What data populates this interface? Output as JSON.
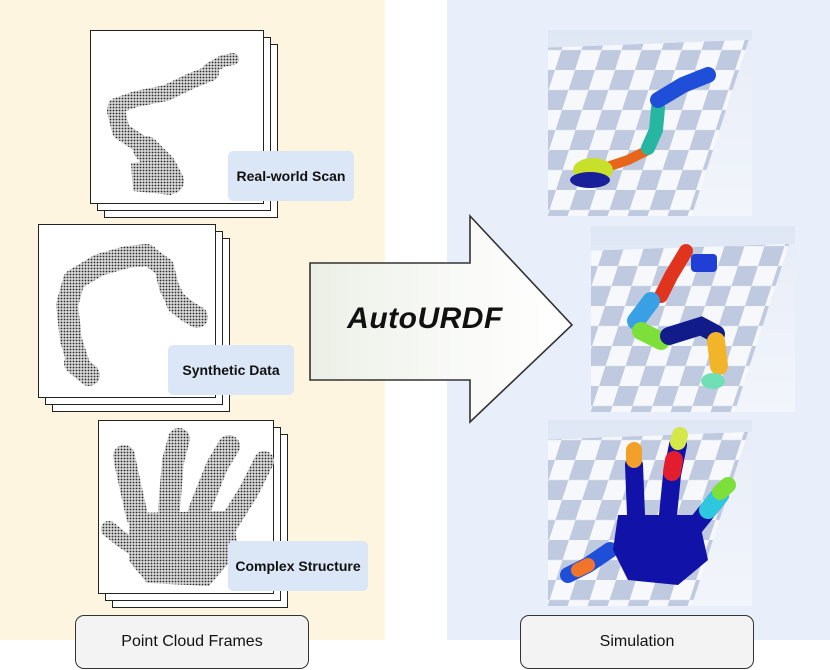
{
  "left": {
    "caption": "Point Cloud Frames",
    "frames": [
      {
        "label": "Real-world Scan"
      },
      {
        "label": "Synthetic Data"
      },
      {
        "label": "Complex Structure"
      }
    ]
  },
  "method": {
    "label": "AutoURDF"
  },
  "right": {
    "caption": "Simulation"
  },
  "colors": {
    "left_bg": "#fdf5df",
    "right_bg": "#e9effa",
    "tag_bg": "#dbe6f7",
    "checker_light": "#f4f6fa",
    "checker_dark": "#aab8d6"
  }
}
